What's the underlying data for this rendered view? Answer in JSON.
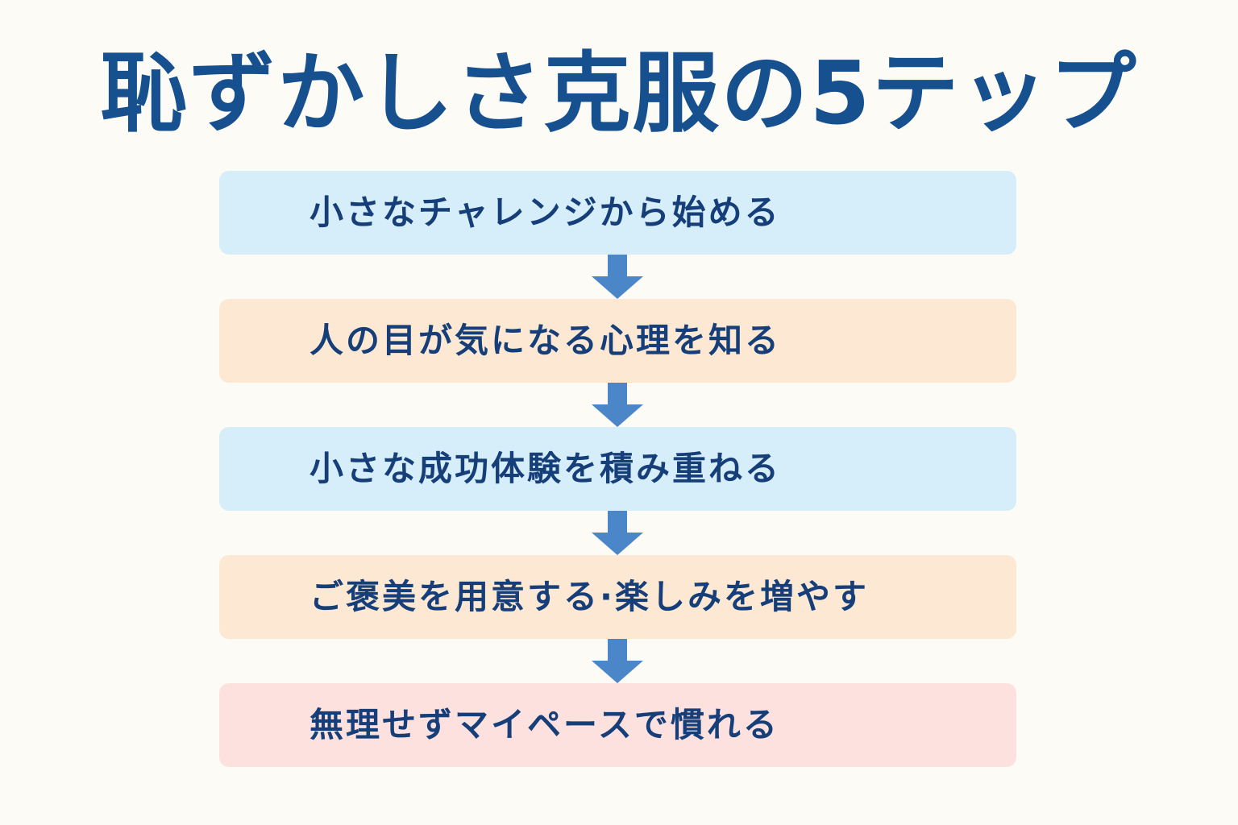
{
  "title": "恥ずかしさ克服の5テップ",
  "steps": [
    {
      "label": "小さなチャレンジから始める",
      "color": "#d6eef9"
    },
    {
      "label": "人の目が気になる心理を知る",
      "color": "#fde9d3"
    },
    {
      "label": "小さな成功体験を積み重ねる",
      "color": "#d6eef9"
    },
    {
      "label": "ご褒美を用意する·楽しみを増やす",
      "color": "#fde9d3"
    },
    {
      "label": "無理せずマイペースで慣れる",
      "color": "#fde1df"
    }
  ],
  "arrow_color": "#4a86c8",
  "arrow_icon": "down-arrow-icon"
}
